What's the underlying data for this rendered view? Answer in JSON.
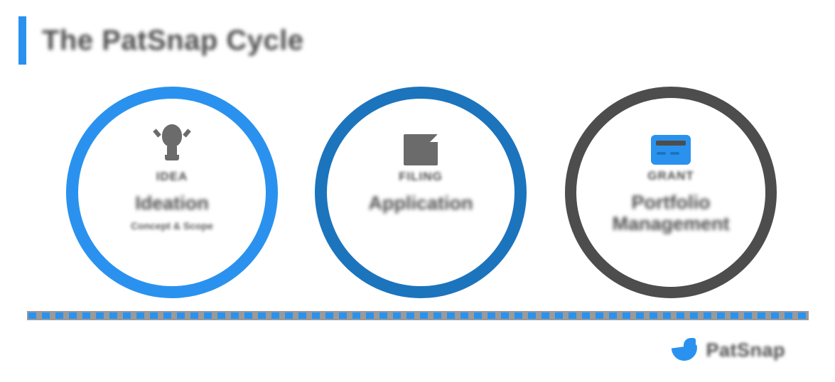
{
  "slide": {
    "title": "The PatSnap Cycle",
    "accent_color": "#2a92ee",
    "text_color": "#4d4d4d",
    "background": "#ffffff"
  },
  "steps": [
    {
      "icon": "lightbulb-icon",
      "kicker": "IDEA",
      "heading": "Ideation",
      "sub": "Concept & Scope",
      "ring_color": "#2a92ee"
    },
    {
      "icon": "document-icon",
      "kicker": "FILING",
      "heading": "Application",
      "sub": "",
      "ring_color": "#1c74bd"
    },
    {
      "icon": "card-icon",
      "kicker": "GRANT",
      "heading": "Portfolio Management",
      "sub": "",
      "ring_color": "#4d4d4d"
    }
  ],
  "timeline": {
    "track_color": "#9a9a9a",
    "dash_color": "#2a92ee"
  },
  "logo": {
    "text": "PatSnap",
    "mark_color": "#2a92ee"
  }
}
